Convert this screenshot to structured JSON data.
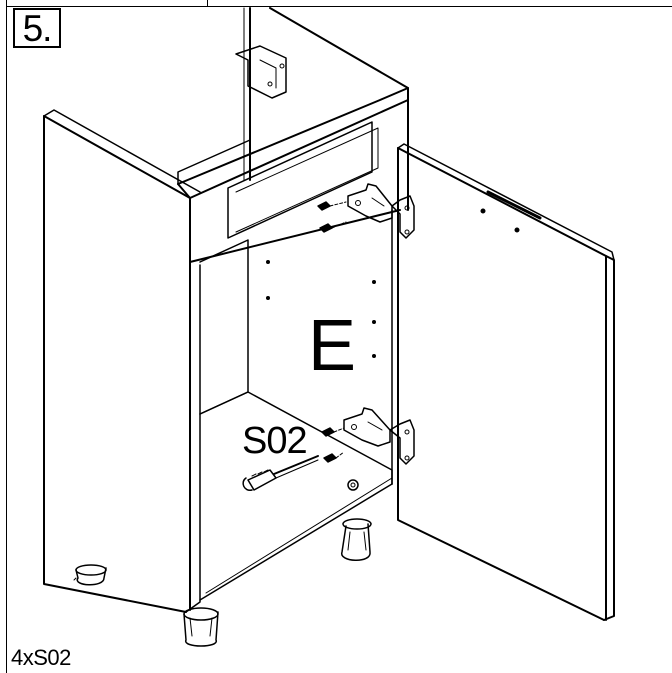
{
  "step": {
    "number": "5."
  },
  "labels": {
    "panel_letter": "E",
    "screw_code": "S02"
  },
  "parts_list": {
    "text": "4xS02"
  },
  "colors": {
    "line": "#000000",
    "panel_fill": "#ffffff",
    "shade": "#d8d8d8"
  }
}
